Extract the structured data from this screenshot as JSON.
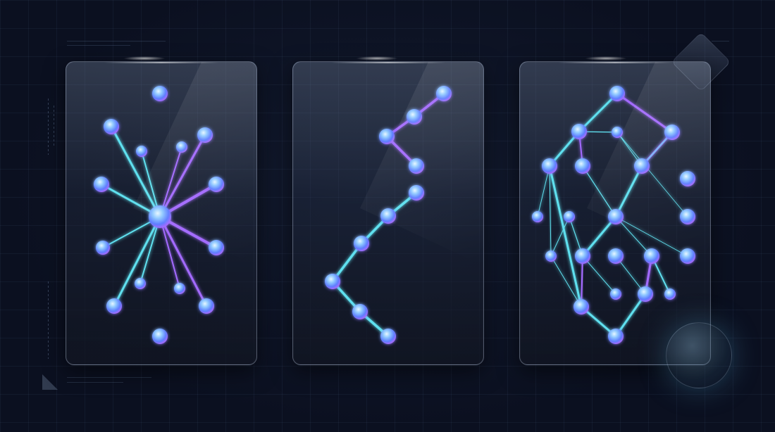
{
  "panels": [
    {
      "name": "star-network",
      "style": "radial hub"
    },
    {
      "name": "chain-network",
      "style": "linear path"
    },
    {
      "name": "mesh-network",
      "style": "interconnected graph"
    }
  ],
  "colors": {
    "background": "#0b1020",
    "cyan": "#5fe0ef",
    "violet": "#a36bff",
    "node_core": "#8fc8ff"
  },
  "icons": [
    "diamond-decoration",
    "orb-decoration",
    "triangle-decoration"
  ]
}
